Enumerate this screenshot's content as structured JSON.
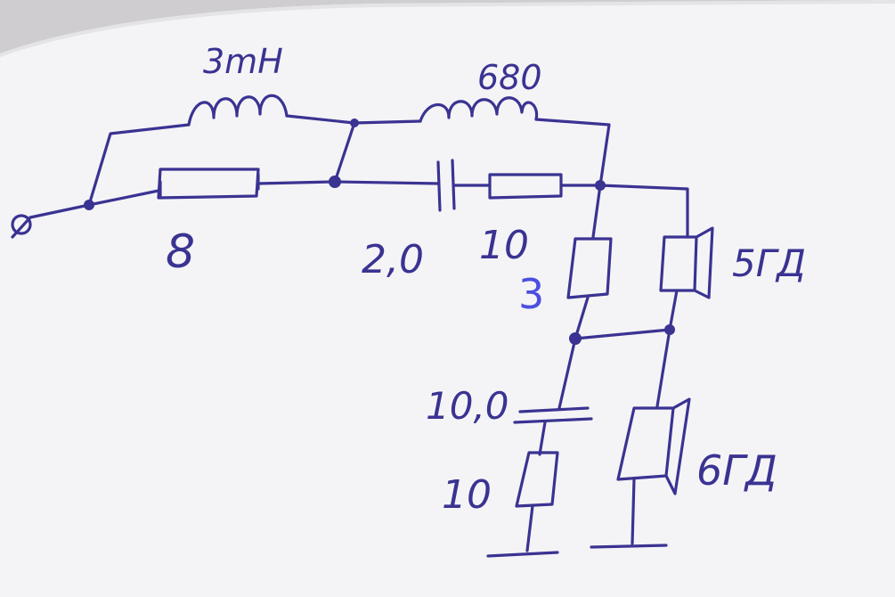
{
  "diagram": {
    "paper_color": "#f4f4f6",
    "ink_color": "#3a3392",
    "annotation_color": "#4a4fe0",
    "labels": {
      "inductor_1": "3mH",
      "resistor_1": "8",
      "inductor_2": "680",
      "capacitor_1": "2,0",
      "resistor_2": "10",
      "resistor_3": "3",
      "speaker_1": "5ГД",
      "capacitor_2": "10,0",
      "resistor_4": "10",
      "speaker_2": "6ГД"
    }
  }
}
